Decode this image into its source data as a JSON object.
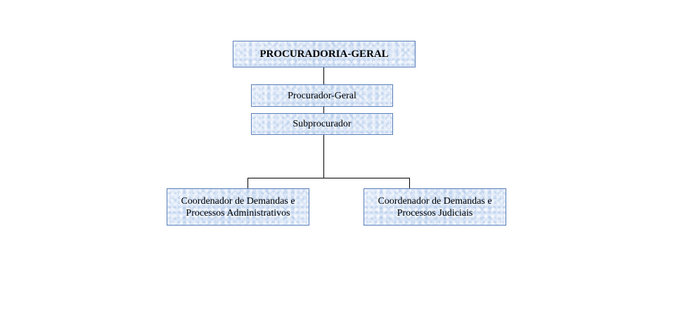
{
  "org_chart": {
    "root": {
      "label": "PROCURADORIA-GERAL"
    },
    "level1": {
      "label": "Procurador-Geral"
    },
    "level2": {
      "label": "Subprocurador"
    },
    "children": [
      {
        "line1": "Coordenador de Demandas e",
        "line2": "Processos Administrativos"
      },
      {
        "line1": "Coordenador de Demandas e",
        "line2": "Processos Judiciais"
      }
    ]
  }
}
